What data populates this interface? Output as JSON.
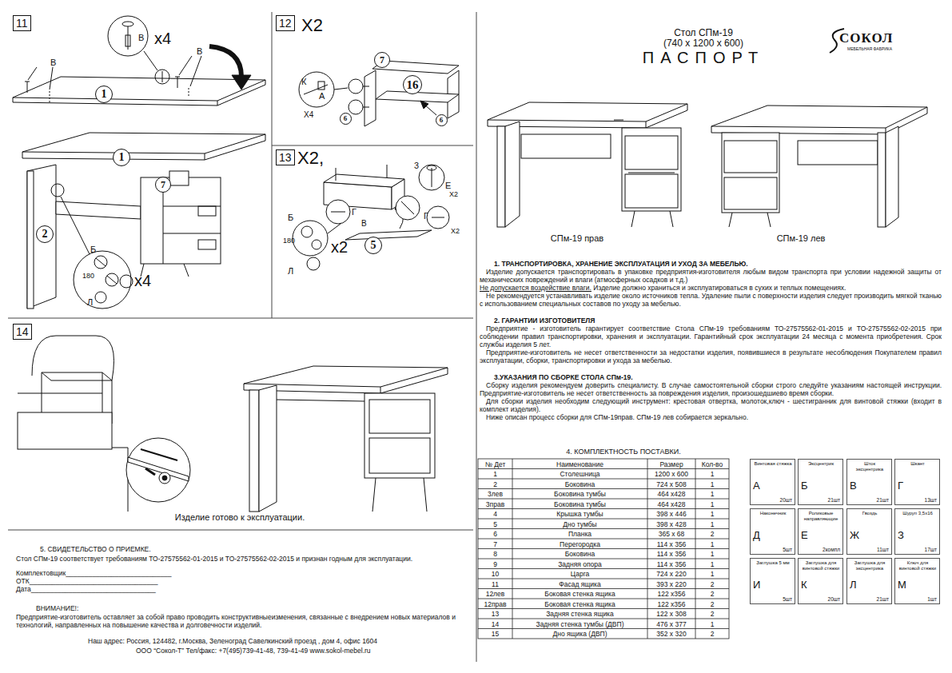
{
  "diagram": {
    "title": "ПАСПОРТ",
    "nodes": [
      {
        "text": [
          "11"
        ]
      },
      {
        "text": [
          "1"
        ]
      },
      {
        "text": [
          "1"
        ]
      },
      {
        "text": [
          "2"
        ]
      },
      {
        "text": [
          "7"
        ]
      },
      {
        "text": [
          "12"
        ]
      },
      {
        "text": [
          "7"
        ]
      },
      {
        "text": [
          "16"
        ]
      },
      {
        "text": [
          "6"
        ]
      },
      {
        "text": [
          "6"
        ]
      },
      {
        "text": [
          "13"
        ]
      },
      {
        "text": [
          "5"
        ]
      },
      {
        "text": [
          "14"
        ]
      },
      {
        "text": [
          "Винтовая стяжка",
          "А",
          "20шт"
        ]
      },
      {
        "text": [
          "Эксцентрик",
          "Б",
          "21шт"
        ]
      },
      {
        "text": [
          "Шток эксцентрика",
          "В",
          "21шт"
        ]
      },
      {
        "text": [
          "Шкант",
          "Г",
          "13шт"
        ]
      },
      {
        "text": [
          "Наконечник",
          "Д",
          "5шт"
        ]
      },
      {
        "text": [
          "Роликовые направляющие",
          "Е",
          "2компл"
        ]
      },
      {
        "text": [
          "Гвоздь",
          "Ж",
          "11шт"
        ]
      },
      {
        "text": [
          "Шуруп 3,5х16",
          "З",
          "17шт"
        ]
      },
      {
        "text": [
          "Заглушка 5 мм",
          "И",
          "5шт"
        ]
      },
      {
        "text": [
          "Заглушка для винтовой стяжки",
          "К",
          "20шт"
        ]
      },
      {
        "text": [
          "Заглушка для эксцентрика",
          "Л",
          "21шт"
        ]
      },
      {
        "text": [
          "Ключ для винтовой стяжки",
          "М",
          "1шт"
        ]
      }
    ],
    "labels": [
      "Стол СПм-19",
      "(740 х 1200 х 600)",
      "СОКОЛ",
      "МЕБЕЛЬНАЯ ФАБРИКА",
      "В",
      "x4",
      "В",
      "В",
      "Б",
      "180",
      "Л",
      "x4",
      "X2",
      "К",
      "А",
      "X4",
      "X2,",
      "З",
      "Е",
      "X2",
      "Г",
      "В",
      "Г",
      "X2",
      "Б",
      "180",
      "x2",
      "Л",
      "Изделие готово к эксплуатации.",
      "5. СВИДЕТЕЛЬСТВО О ПРИЕМКЕ.",
      "Стол СПм-19 соответствует требованиям ТО-27575562-01-2015 и ТО-27575562-02-2015 и признан годным для эксплуатации.",
      "Комплектовщик____________________________",
      "ОТК__________________________________",
      "Дата_________________________________",
      "ВНИМАНИЕ!:",
      "Предприятие-изготовитель оставляет за собой право проводить конструктивныеизменения, связанные с внедрением новых материалов и технологий, направленных на повышение качества и долговечности изделий.",
      "Наш адрес: Россия, 124482, г.Москва, Зеленоград Савелкинский проезд , дом 4, офис 1604",
      "ООО “Сокол-Т” Тел/факс: +7(495)739-41-48, 739-41-49 www.sokol-mebel.ru",
      "СПм-19 прав",
      "СПм-19 лев",
      "1. ТРАНСПОРТИРОВКА, ХРАНЕНИЕ ЭКСПЛУАТАЦИЯ И УХОД ЗА МЕБЕЛЬЮ.",
      "Изделие допускается транспортировать в упаковке предприятия-изготовителя любым видом транспорта при условии надежной защиты от механических повреждений и влаги (атмосферных осадков и т.д.)",
      "Не допускается воздействие влаги.",
      "Изделие должно храниться и эксплуатироваться в сухих и теплых помещениях.",
      "Не рекомендуется устанавливать изделие около источников тепла. Удаление пыли с поверхности изделия следует производить мягкой тканью с использованием специальных составов по уходу за мебелью.",
      "2. ГАРАНТИИ ИЗГОТОВИТЕЛЯ",
      "Предприятие - изготовитель гарантирует соответствие Стола СПм-19 требованиям ТО-27575562-01-2015 и ТО-27575562-02-2015 при соблюдении правил транспортировки, хранения и эксплуатации. Гарантийный срок эксплуатации 24 месяца с момента приобретения. Срок службы изделия 5 лет.",
      "Предприятие-изготовитель не несет ответственности за недостатки изделия, появившиеся в результате несоблюдения Покупателем правил эксплуатации, сборки, транспортировки и ухода за мебелью.",
      "3.УКАЗАНИЯ ПО СБОРКЕ СТОЛА СПм-19.",
      "Сборку изделия рекомендуем доверить специалисту. В случае самостоятельной сборки строго следуйте указаниям настоящей инструкции. Предприятие-изготовитель не несет ответственность за повреждения изделия, произошедшиево время сборки.",
      "Для сборки изделия необходим следующий инструмент: крестовая отвертка, молоток,ключ - шестигранник для винтовой стяжки (входит в комплект изделия).",
      "Ниже описан процесс сборки для СПм-19прав. СПм-19 лев собирается зеркально.",
      "4. КОМПЛЕКТНОСТЬ ПОСТАВКИ.",
      "№ Дет",
      "Наименование",
      "Размер",
      "Кол-во",
      "1",
      "Столешница",
      "1200 х 600",
      "1",
      "2",
      "Боковина",
      "724 х 508",
      "1",
      "3лев",
      "Боковина тумбы",
      "464 х428",
      "1",
      "3прав",
      "Боковина тумбы",
      "464 х428",
      "1",
      "4",
      "Крышка тумбы",
      "398 х 446",
      "1",
      "5",
      "Дно тумбы",
      "398 х 428",
      "1",
      "6",
      "Планка",
      "365 х 68",
      "2",
      "7",
      "Перегородка",
      "114 х 356",
      "1",
      "8",
      "Боковина",
      "114 х 356",
      "1",
      "9",
      "Задняя опора",
      "114 х 356",
      "1",
      "10",
      "Царга",
      "724 х 220",
      "1",
      "11",
      "Фасад ящика",
      "393 х 220",
      "2",
      "12лев",
      "Боковая стенка ящика",
      "122 х356",
      "2",
      "12прав",
      "Боковая стенка ящика",
      "122 х356",
      "2",
      "13",
      "Задняя стенка ящика",
      "122 х 308",
      "2",
      "14",
      "Задняя стенка тумбы (ДВП)",
      "476 х 377",
      "1",
      "15",
      "Дно ящика (ДВП)",
      "352 х 320",
      "2"
    ]
  }
}
